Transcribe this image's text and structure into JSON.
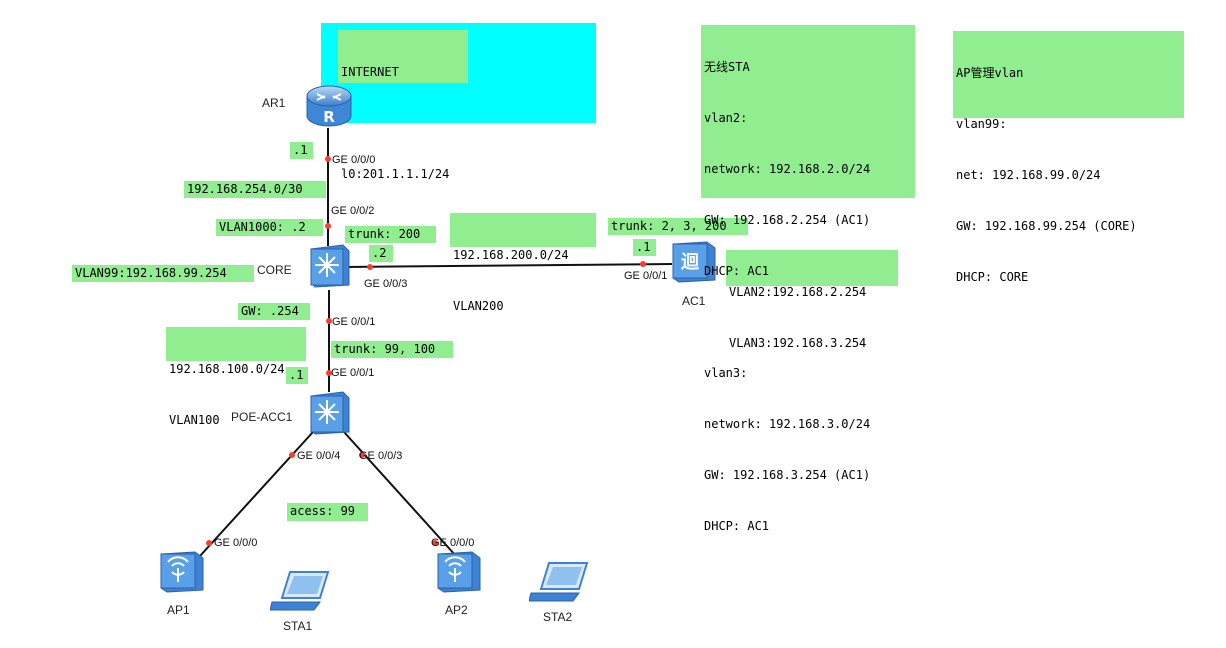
{
  "internet_box": {
    "title": "INTERNET",
    "lo_address": "l0:201.1.1.1/24"
  },
  "devices": {
    "ar1": "AR1",
    "core": "CORE",
    "ac1": "AC1",
    "poe_acc1": "POE-ACC1",
    "ap1": "AP1",
    "ap2": "AP2",
    "sta1": "STA1",
    "sta2": "STA2"
  },
  "ports": {
    "ar1_ge000": "GE 0/0/0",
    "core_ge002": "GE 0/0/2",
    "core_ge003": "GE 0/0/3",
    "ac1_ge001": "GE 0/0/1",
    "core_ge001": "GE 0/0/1",
    "acc_ge001": "GE 0/0/1",
    "acc_ge004": "GE 0/0/4",
    "acc_ge003": "GE 0/0/3",
    "ap1_ge000": "GE 0/0/0",
    "ap2_ge000": "GE 0/0/0"
  },
  "notes": {
    "ar1_ip": ".1",
    "net_254": "192.168.254.0/30",
    "vlan1000": "VLAN1000: .2",
    "trunk200": "trunk: 200",
    "core_ip_2": ".2",
    "net_200_line1": "192.168.200.0/24",
    "net_200_line2": "VLAN200",
    "trunk_2_3_200": "trunk: 2, 3, 200",
    "ac1_ip": ".1",
    "vlan99_core": "VLAN99:192.168.99.254",
    "gw_254": "GW: .254",
    "net_100_line1": "192.168.100.0/24",
    "net_100_line2": "VLAN100",
    "trunk_99_100": "trunk: 99, 100",
    "acc_ip": ".1",
    "access99": "acess: 99",
    "ac1_vlan2": "VLAN2:192.168.2.254",
    "ac1_vlan3": "VLAN3:192.168.3.254"
  },
  "wireless_sta_box": {
    "lines": [
      "无线STA",
      "vlan2:",
      "network: 192.168.2.0/24",
      "GW: 192.168.2.254 (AC1)",
      "DHCP: AC1",
      "",
      "vlan3:",
      "network: 192.168.3.0/24",
      "GW: 192.168.3.254 (AC1)",
      "DHCP: AC1"
    ]
  },
  "ap_mgmt_box": {
    "lines": [
      "AP管理vlan",
      "vlan99:",
      "net: 192.168.99.0/24",
      "GW: 192.168.99.254 (CORE)",
      "DHCP: CORE"
    ]
  },
  "colors": {
    "note_bg": "#90ee90",
    "internet_bg": "#00ffff",
    "port_dot": "#ff3b30",
    "device_blue": "#4a90d9"
  }
}
